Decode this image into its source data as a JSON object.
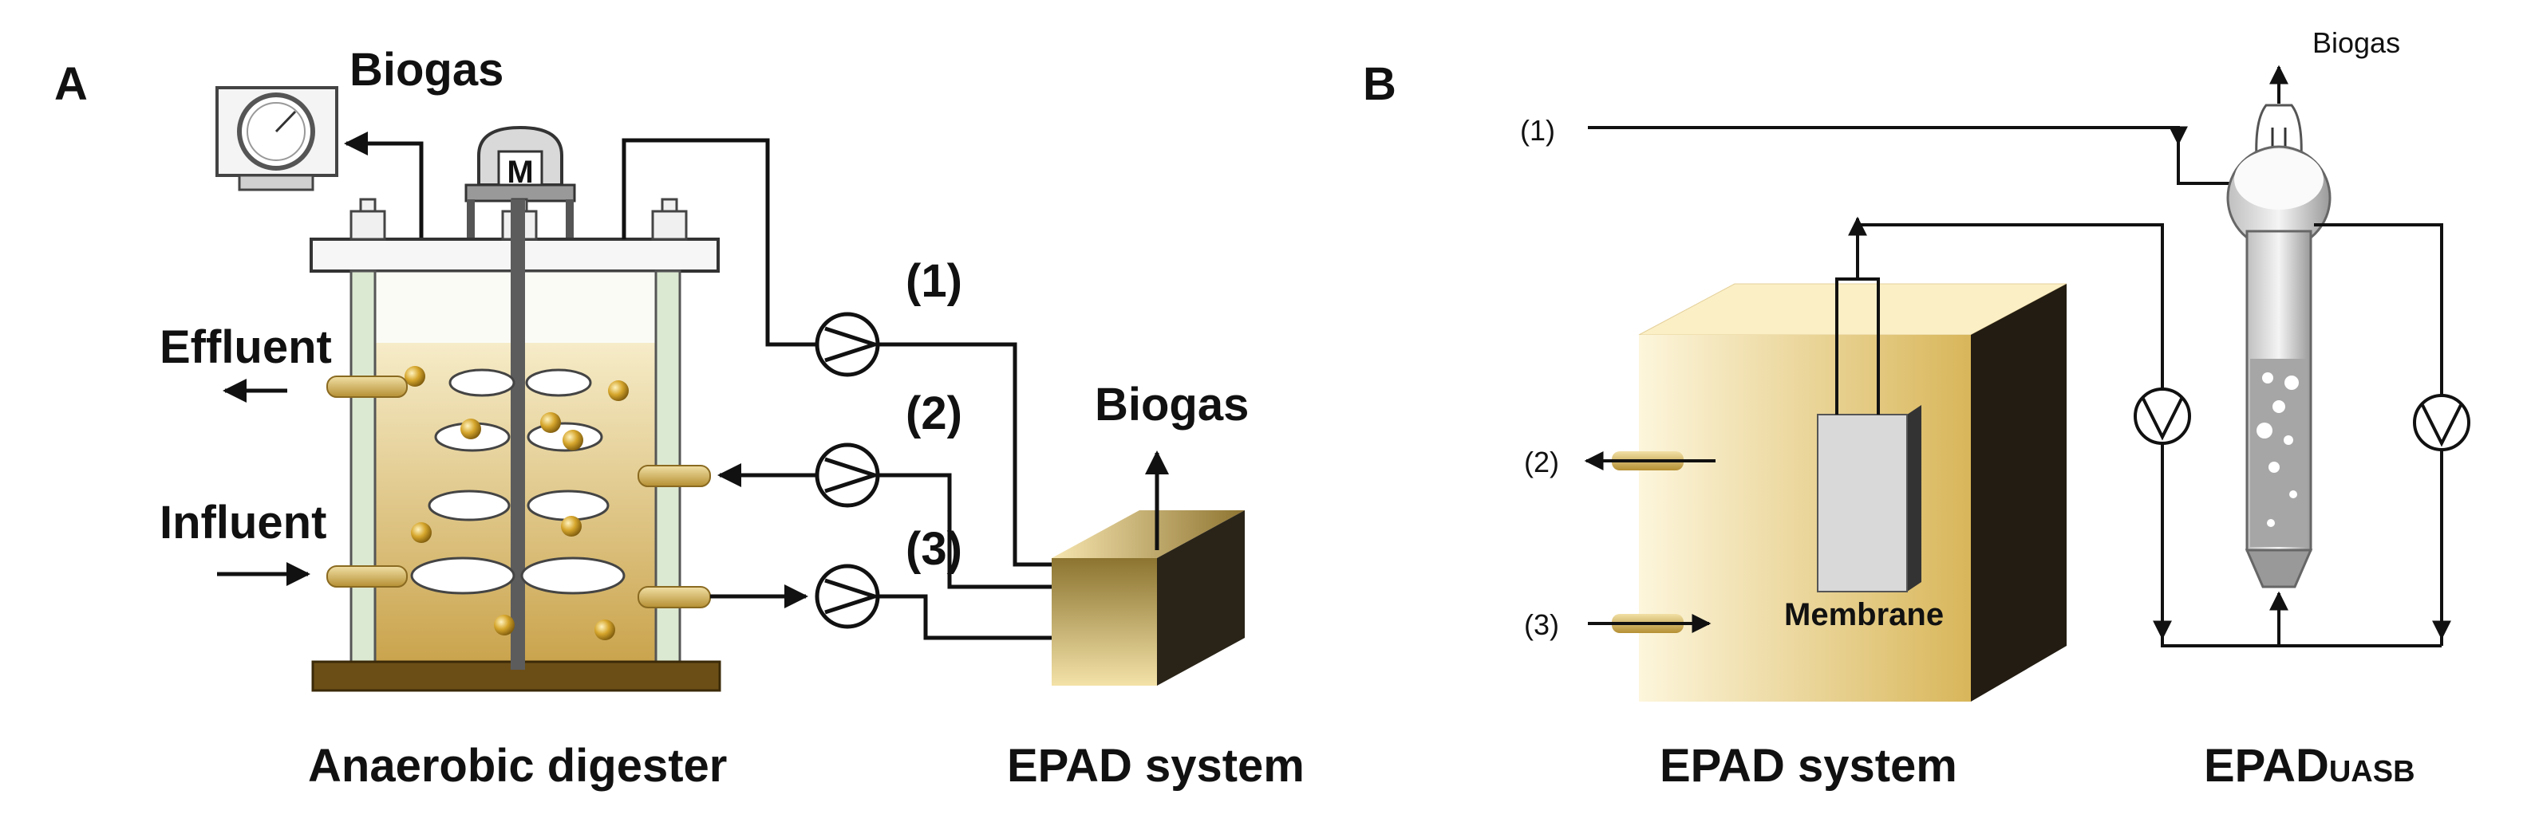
{
  "panel_a": {
    "letter": "A",
    "biogas_top": "Biogas",
    "motor": "M",
    "effluent": "Effluent",
    "influent": "Influent",
    "digester_caption": "Anaerobic digester",
    "port_1": "(1)",
    "port_2": "(2)",
    "port_3": "(3)",
    "epad_biogas": "Biogas",
    "epad_caption": "EPAD system"
  },
  "panel_b": {
    "letter": "B",
    "biogas": "Biogas",
    "port_1": "(1)",
    "port_2": "(2)",
    "port_3": "(3)",
    "membrane": "Membrane",
    "epad_caption": "EPAD system",
    "uasb_caption_main": "EPAD",
    "uasb_caption_sub": "UASB"
  },
  "colors": {
    "line": "#111111",
    "gold_light": "#fbf1cf",
    "gold_mid": "#e6c977",
    "gold_dark": "#b8902f",
    "cube_side": "#2a2418",
    "base": "#6b4e16",
    "column": "#dce9d2"
  }
}
